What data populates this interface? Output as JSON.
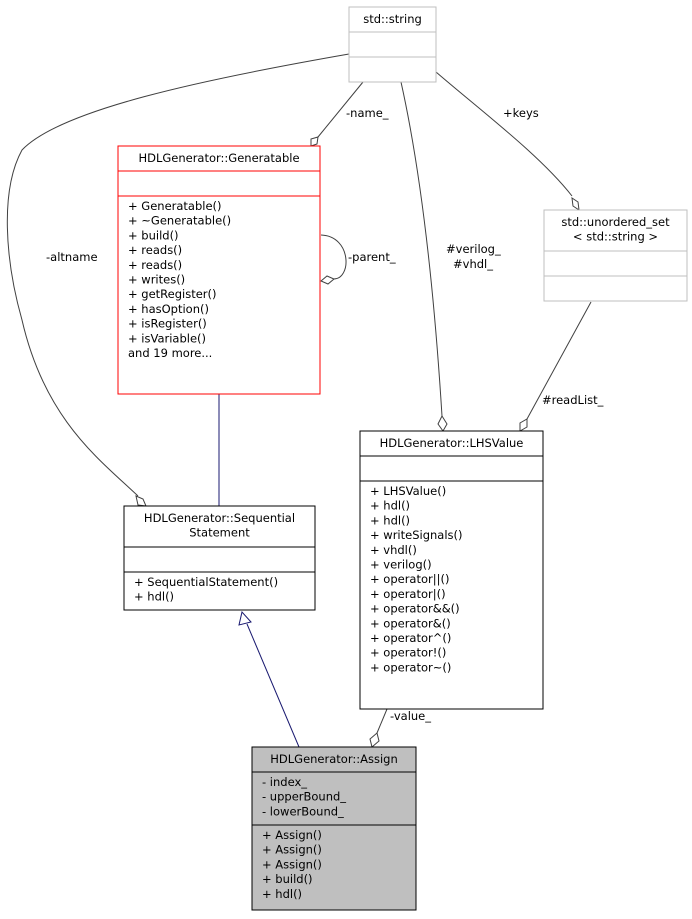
{
  "classes": {
    "string": {
      "title": [
        "std::string"
      ],
      "attributes": [],
      "methods": []
    },
    "generatable": {
      "title": [
        "HDLGenerator::Generatable"
      ],
      "attributes": [],
      "methods": [
        "+ Generatable()",
        "+ ~Generatable()",
        "+ build()",
        "+ reads()",
        "+ reads()",
        "+ writes()",
        "+ getRegister()",
        "+ hasOption()",
        "+ isRegister()",
        "+ isVariable()",
        "and 19 more..."
      ]
    },
    "unordered_set": {
      "title": [
        "std::unordered_set",
        "< std::string >"
      ],
      "attributes": [],
      "methods": []
    },
    "lhsvalue": {
      "title": [
        "HDLGenerator::LHSValue"
      ],
      "attributes": [],
      "methods": [
        "+ LHSValue()",
        "+ hdl()",
        "+ hdl()",
        "+ writeSignals()",
        "+ vhdl()",
        "+ verilog()",
        "+ operator||()",
        "+ operator|()",
        "+ operator&&()",
        "+ operator&()",
        "+ operator^()",
        "+ operator!()",
        "+ operator~()"
      ]
    },
    "sequential": {
      "title": [
        "HDLGenerator::Sequential",
        "Statement"
      ],
      "attributes": [],
      "methods": [
        "+ SequentialStatement()",
        "+ hdl()"
      ]
    },
    "assign": {
      "title": [
        "HDLGenerator::Assign"
      ],
      "attributes": [
        "- index_",
        "- upperBound_",
        "- lowerBound_"
      ],
      "methods": [
        "+ Assign()",
        "+ Assign()",
        "+ Assign()",
        "+ build()",
        "+ hdl()"
      ]
    }
  },
  "edge_labels": {
    "name": "-name_",
    "keys": "+keys",
    "altname": "-altname",
    "parent": "-parent_",
    "verilog": "#verilog_",
    "vhdl": "#vhdl_",
    "readlist": "#readList_",
    "value": "-value_"
  },
  "colors": {
    "inheritance": "#191970",
    "association": "#404040",
    "focus_fill": "#bfbfbf",
    "generatable_border": "#ff0000",
    "external_border": "#bfbfbf"
  }
}
